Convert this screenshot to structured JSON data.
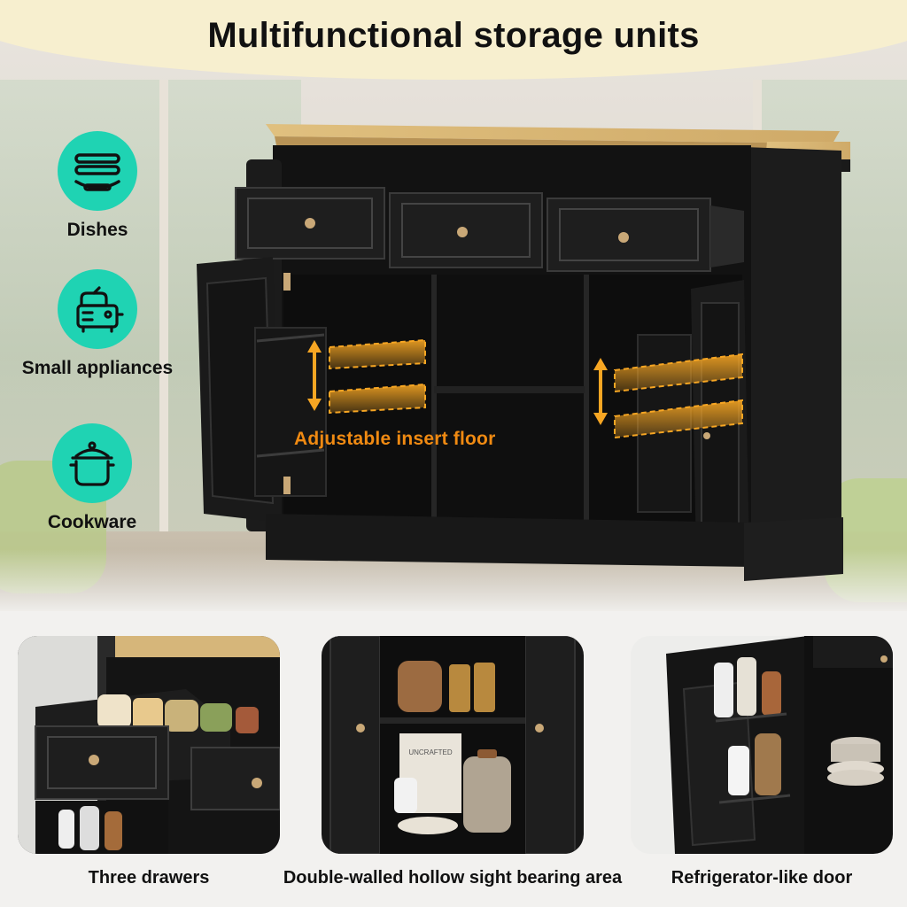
{
  "banner": {
    "title": "Multifunctional storage units",
    "color": "#f7efcf"
  },
  "categories": [
    {
      "label": "Dishes",
      "icon": "plates-icon"
    },
    {
      "label": "Small appliances",
      "icon": "toaster-icon"
    },
    {
      "label": "Cookware",
      "icon": "pot-icon"
    }
  ],
  "callout": {
    "text": "Adjustable insert floor",
    "color": "#f08a12"
  },
  "panels": [
    {
      "caption": "Three drawers"
    },
    {
      "caption": "Double-walled hollow sight bearing area"
    },
    {
      "caption": "Refrigerator-like door"
    }
  ],
  "colors": {
    "accent": "#1fd3b3",
    "cabinet": "#161616",
    "countertop": "#d8b77a"
  },
  "panel_box_text": "UNCRAFTED"
}
